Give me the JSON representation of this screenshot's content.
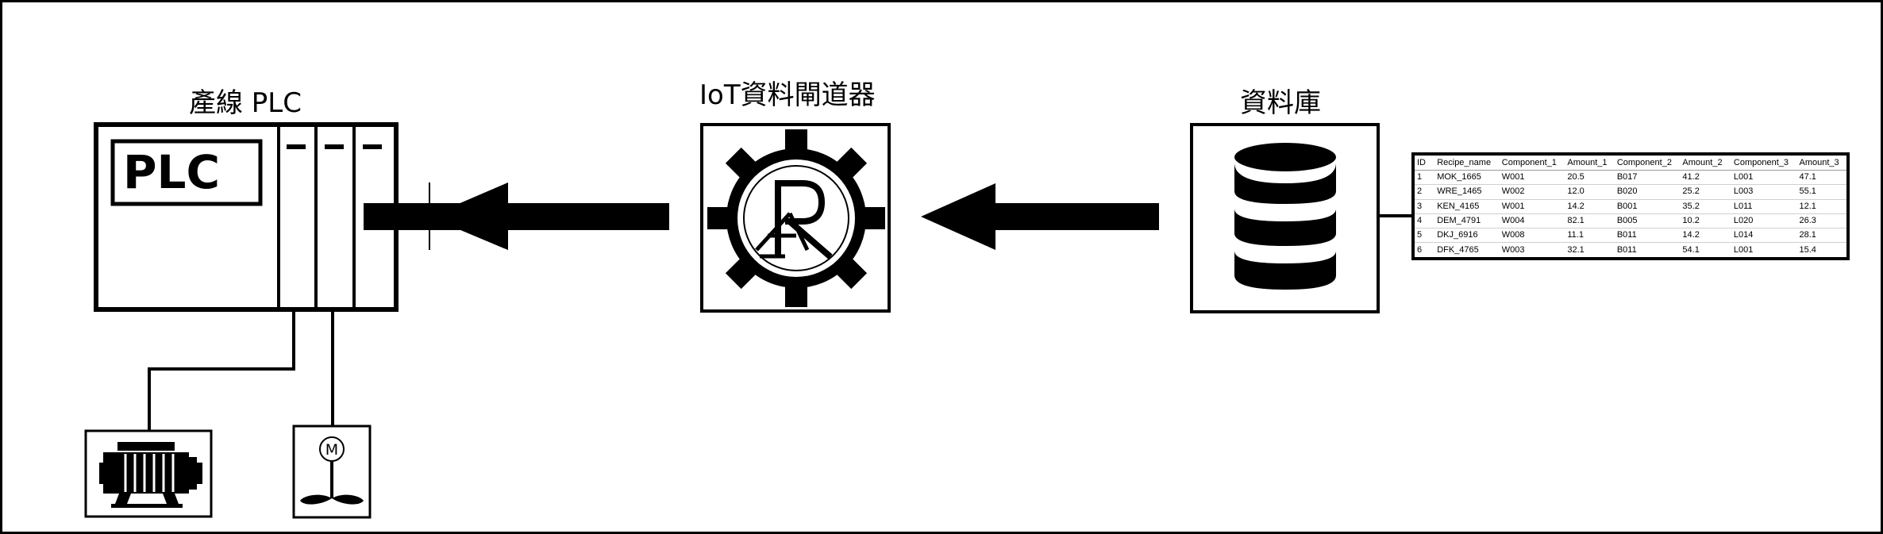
{
  "labels": {
    "plc_title": "產線 PLC",
    "plc_logo": "PLC",
    "gateway_title": "IoT資料閘道器",
    "db_title": "資料庫"
  },
  "table": {
    "headers": [
      "ID",
      "Recipe_name",
      "Component_1",
      "Amount_1",
      "Component_2",
      "Amount_2",
      "Component_3",
      "Amount_3"
    ],
    "rows": [
      [
        "1",
        "MOK_1665",
        "W001",
        "20.5",
        "B017",
        "41.2",
        "L001",
        "47.1"
      ],
      [
        "2",
        "WRE_1465",
        "W002",
        "12.0",
        "B020",
        "25.2",
        "L003",
        "55.1"
      ],
      [
        "3",
        "KEN_4165",
        "W001",
        "14.2",
        "B001",
        "35.2",
        "L011",
        "12.1"
      ],
      [
        "4",
        "DEM_4791",
        "W004",
        "82.1",
        "B005",
        "10.2",
        "L020",
        "26.3"
      ],
      [
        "5",
        "DKJ_6916",
        "W008",
        "11.1",
        "B011",
        "14.2",
        "L014",
        "28.1"
      ],
      [
        "6",
        "DFK_4765",
        "W003",
        "32.1",
        "B011",
        "54.1",
        "L001",
        "15.4"
      ]
    ]
  },
  "icons": {
    "gateway": "gear-logo-icon",
    "database": "database-icon",
    "motor": "electric-motor-icon",
    "mixer": "motor-mixer-icon",
    "arrows": "arrow-left-icon"
  },
  "colors": {
    "stroke": "#000000",
    "background": "#ffffff"
  }
}
